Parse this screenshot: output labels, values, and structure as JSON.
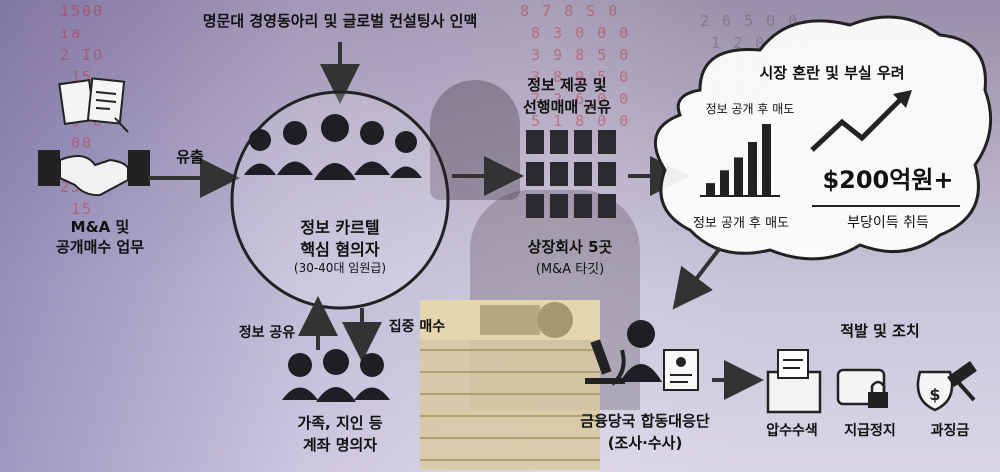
{
  "top_source": "명문대 경영동아리 및 글로벌 컨설팅사 인맥",
  "left": {
    "label_line1": "M&A 및",
    "label_line2": "공개매수 업무"
  },
  "arrow_leak": "유출",
  "cartel": {
    "line1": "정보 카르텔",
    "line2": "핵심 혐의자",
    "line3": "(30-40대 임원급)"
  },
  "arrow_info_share": "정보 공유",
  "arrow_concentrated_buy": "집중 매수",
  "accounts": {
    "line1": "가족, 지인 등",
    "line2": "계좌 명의자"
  },
  "info_provision": {
    "line1": "정보 제공 및",
    "line2": "선행매매 권유"
  },
  "listed": {
    "line1": "상장회사 5곳",
    "line2": "(M&A 타깃)"
  },
  "cloud": {
    "title": "시장 혼란 및 부실 우려",
    "chart_title": "정보 공개 후 매도",
    "chart_caption": "정보 공개 후 매도",
    "profit_amount": "$200억원+",
    "profit_caption": "부당이득 취득"
  },
  "chart_data": {
    "type": "bar",
    "values": [
      1,
      2,
      3,
      4.2,
      5.6
    ]
  },
  "authority": {
    "line1": "금융당국 합동대응단",
    "line2": "(조사·수사)"
  },
  "actions": {
    "title": "적발 및 조치",
    "item1": "압수수색",
    "item2": "지급정지",
    "item3": "과징금"
  }
}
